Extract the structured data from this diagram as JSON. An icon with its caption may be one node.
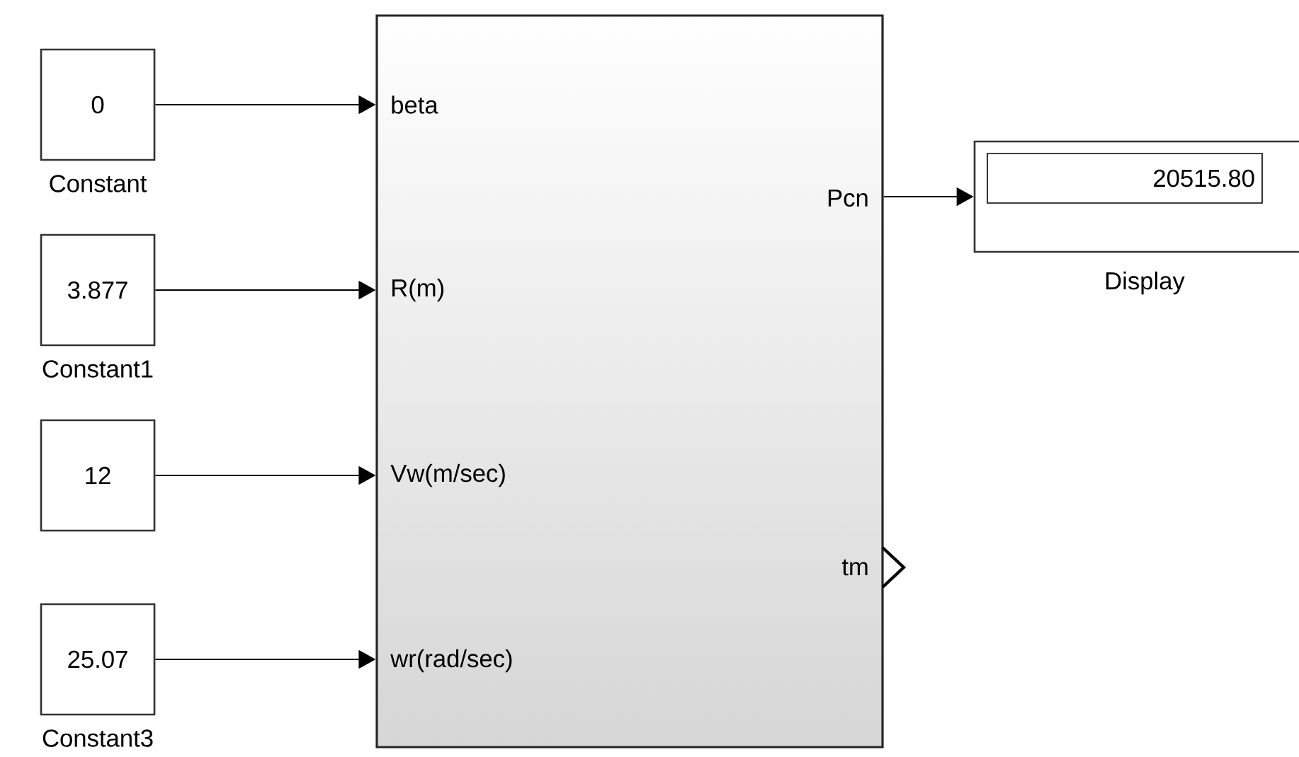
{
  "diagram": {
    "nodes": [
      {
        "text": [
          "0"
        ],
        "beside": [
          "Constant"
        ]
      },
      {
        "text": [
          "3.877"
        ],
        "beside": [
          "Constant1"
        ]
      },
      {
        "text": [
          "12"
        ]
      },
      {
        "text": [
          "25.07"
        ],
        "beside": [
          "Constant3"
        ]
      },
      {
        "text": [
          "beta",
          "R(m)",
          "Vw(m/sec)",
          "wr(rad/sec)",
          "Pcn",
          "tm"
        ]
      },
      {
        "text": [
          "20515.80"
        ],
        "beside": [
          "Display"
        ]
      }
    ],
    "edges": [
      {
        "from": 0,
        "to": 4,
        "arrow": "to"
      },
      {
        "from": 1,
        "to": 4,
        "arrow": "to"
      },
      {
        "from": 2,
        "to": 4,
        "arrow": "to"
      },
      {
        "from": 3,
        "to": 4,
        "arrow": "to"
      },
      {
        "from": 4,
        "to": 5,
        "arrow": "to"
      }
    ]
  }
}
